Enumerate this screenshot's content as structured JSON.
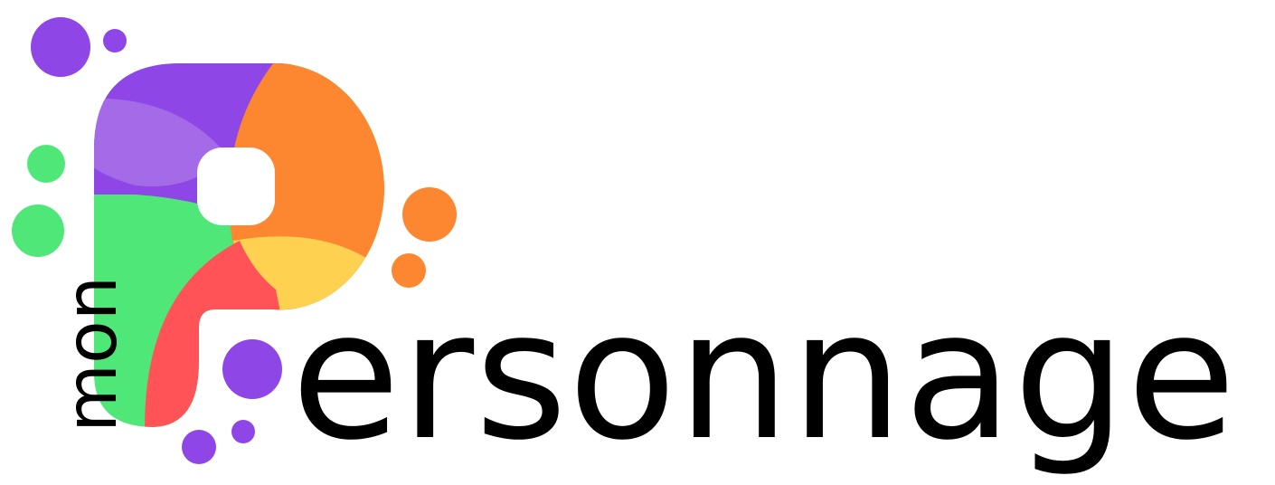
{
  "logo": {
    "prefix": "mon",
    "word": "ersonnage",
    "monogram": "P",
    "colors": {
      "purple": "#8E47E6",
      "lavender": "#A56AE8",
      "orange": "#FD8630",
      "yellow": "#FFD150",
      "green": "#4EE778",
      "red": "#FF5358",
      "text": "#000000"
    }
  }
}
